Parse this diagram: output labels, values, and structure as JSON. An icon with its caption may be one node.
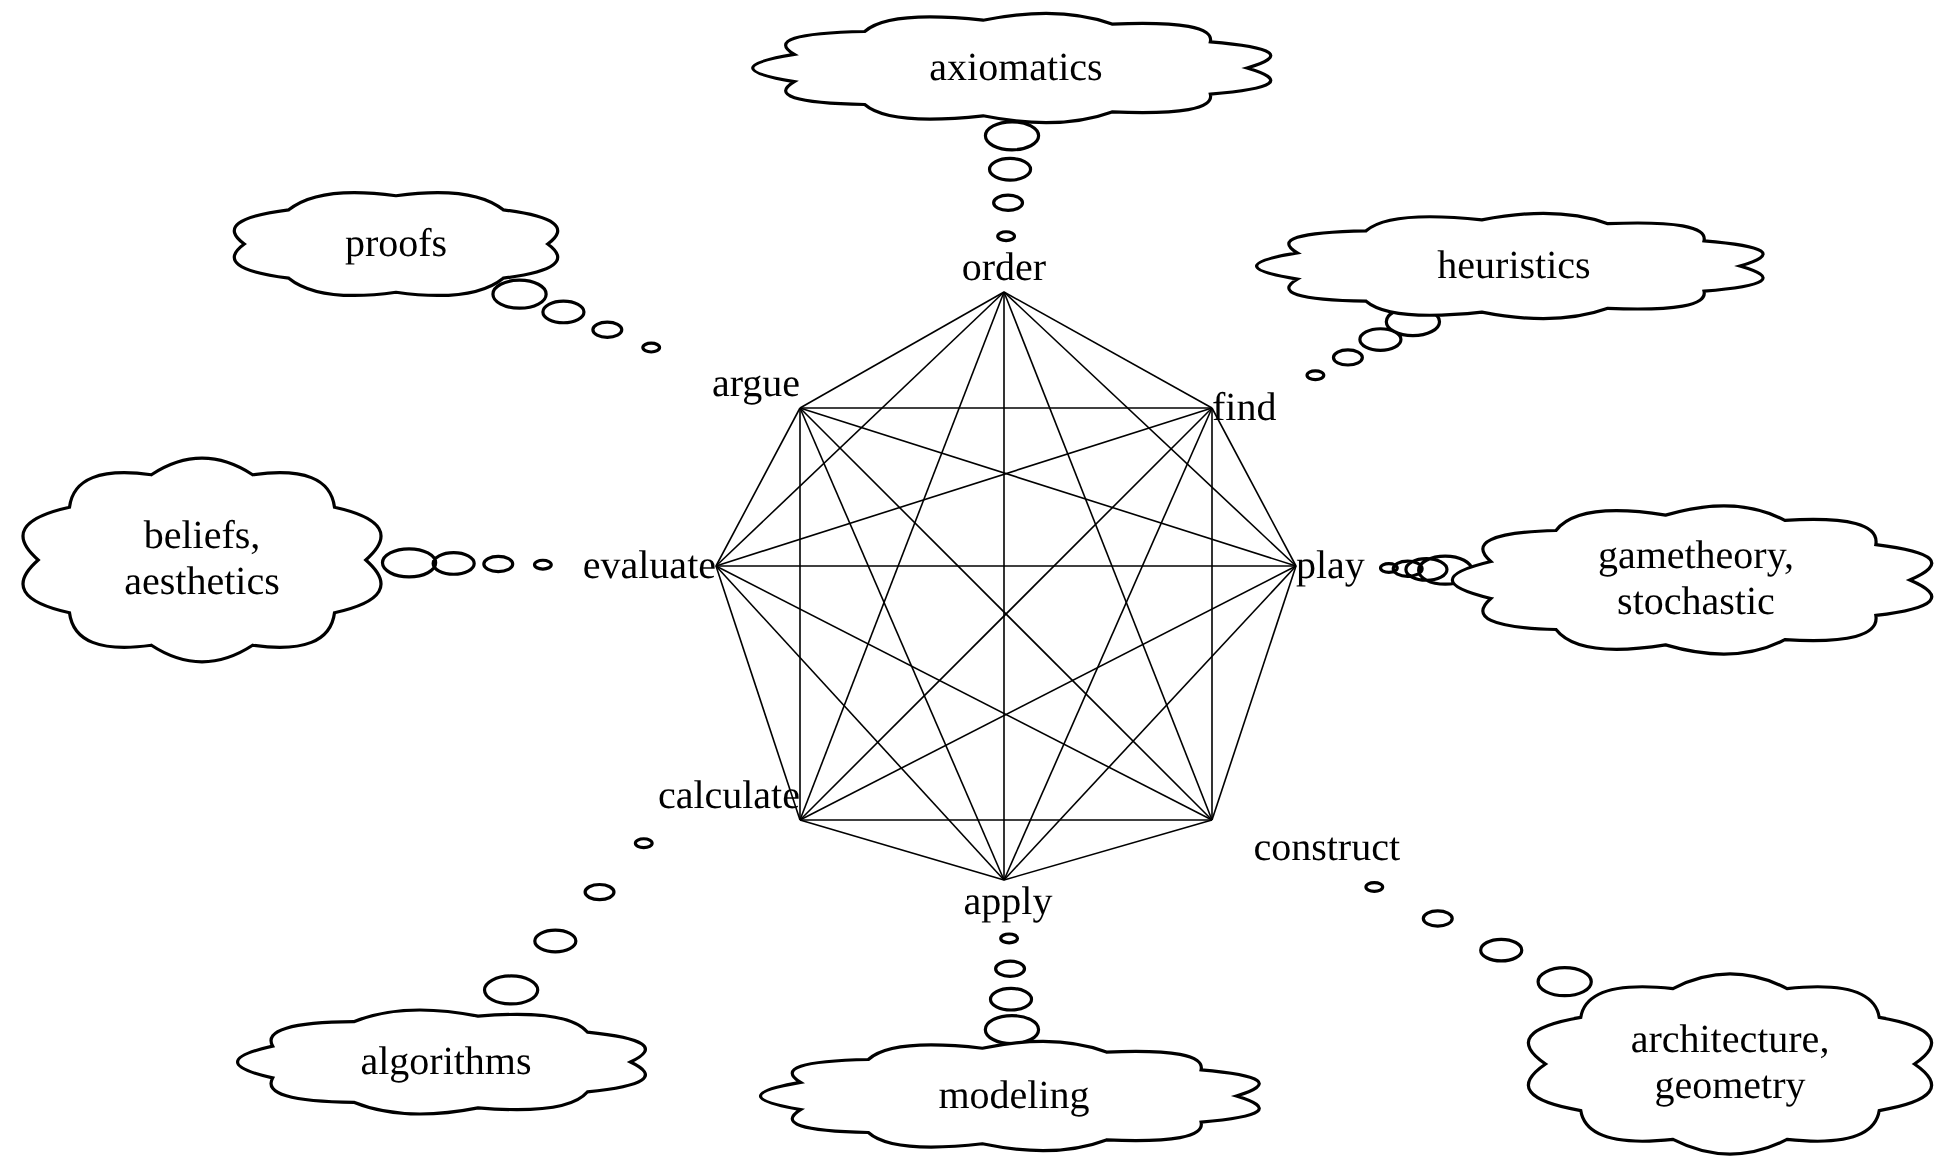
{
  "diagram": {
    "nodes": [
      {
        "text": [
          "axiomatics"
        ]
      },
      {
        "text": [
          "proofs"
        ]
      },
      {
        "text": [
          "heuristics"
        ]
      },
      {
        "text": [
          "order"
        ]
      },
      {
        "text": [
          "argue"
        ]
      },
      {
        "text": [
          "find"
        ]
      },
      {
        "text": [
          "beliefs, aesthetics"
        ]
      },
      {
        "text": [
          "gametheory, stochastic"
        ]
      },
      {
        "text": [
          "evaluate"
        ]
      },
      {
        "text": [
          "play"
        ]
      },
      {
        "text": [
          "calculate"
        ]
      },
      {
        "text": [
          "construct"
        ]
      },
      {
        "text": [
          "apply"
        ]
      },
      {
        "text": [
          "algorithms"
        ]
      },
      {
        "text": [
          "modeling"
        ]
      },
      {
        "text": [
          "architecture, geometry"
        ]
      }
    ],
    "edges": [
      {
        "from": 3,
        "to": 5,
        "arrow": "none"
      },
      {
        "from": 3,
        "to": 9,
        "arrow": "none"
      },
      {
        "from": 3,
        "to": 11,
        "arrow": "none"
      },
      {
        "from": 3,
        "to": 12,
        "arrow": "none"
      },
      {
        "from": 3,
        "to": 10,
        "arrow": "none"
      },
      {
        "from": 3,
        "to": 8,
        "arrow": "none"
      },
      {
        "from": 3,
        "to": 4,
        "arrow": "none"
      },
      {
        "from": 5,
        "to": 9,
        "arrow": "none"
      },
      {
        "from": 5,
        "to": 11,
        "arrow": "none"
      },
      {
        "from": 5,
        "to": 12,
        "arrow": "none"
      },
      {
        "from": 5,
        "to": 10,
        "arrow": "none"
      },
      {
        "from": 5,
        "to": 8,
        "arrow": "none"
      },
      {
        "from": 5,
        "to": 4,
        "arrow": "none"
      },
      {
        "from": 9,
        "to": 11,
        "arrow": "none"
      },
      {
        "from": 9,
        "to": 12,
        "arrow": "none"
      },
      {
        "from": 9,
        "to": 10,
        "arrow": "none"
      },
      {
        "from": 9,
        "to": 8,
        "arrow": "none"
      },
      {
        "from": 9,
        "to": 4,
        "arrow": "none"
      },
      {
        "from": 11,
        "to": 12,
        "arrow": "none"
      },
      {
        "from": 11,
        "to": 10,
        "arrow": "none"
      },
      {
        "from": 11,
        "to": 8,
        "arrow": "none"
      },
      {
        "from": 11,
        "to": 4,
        "arrow": "none"
      },
      {
        "from": 12,
        "to": 10,
        "arrow": "none"
      },
      {
        "from": 12,
        "to": 8,
        "arrow": "none"
      },
      {
        "from": 12,
        "to": 4,
        "arrow": "none"
      },
      {
        "from": 10,
        "to": 8,
        "arrow": "none"
      },
      {
        "from": 10,
        "to": 4,
        "arrow": "none"
      },
      {
        "from": 8,
        "to": 4,
        "arrow": "none"
      },
      {
        "from": 3,
        "to": 0,
        "arrow": "none"
      },
      {
        "from": 4,
        "to": 1,
        "arrow": "none"
      },
      {
        "from": 5,
        "to": 2,
        "arrow": "none"
      },
      {
        "from": 8,
        "to": 6,
        "arrow": "none"
      },
      {
        "from": 9,
        "to": 7,
        "arrow": "none"
      },
      {
        "from": 10,
        "to": 13,
        "arrow": "none"
      },
      {
        "from": 11,
        "to": 15,
        "arrow": "none"
      },
      {
        "from": 12,
        "to": 14,
        "arrow": "none"
      }
    ]
  }
}
